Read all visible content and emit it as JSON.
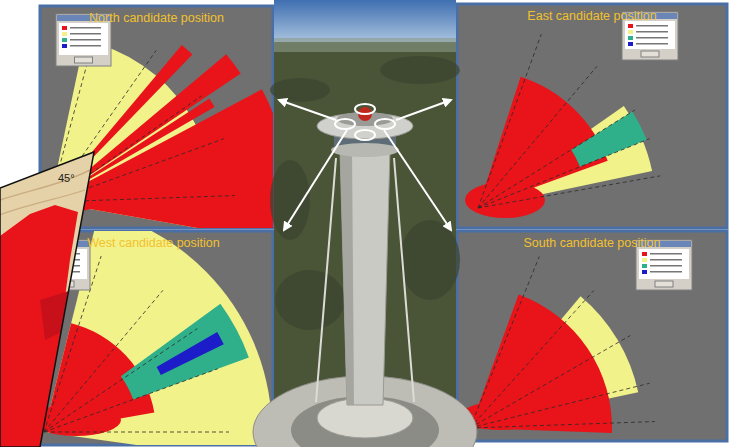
{
  "diagram": {
    "nodes": [
      {
        "text": [
          "North candidate position"
        ]
      },
      {
        "text": [
          "East candidate position"
        ]
      },
      {
        "text": [
          "West candidate position"
        ]
      },
      {
        "text": [
          "South candidate position"
        ]
      }
    ],
    "labels": [
      "45°"
    ]
  }
}
